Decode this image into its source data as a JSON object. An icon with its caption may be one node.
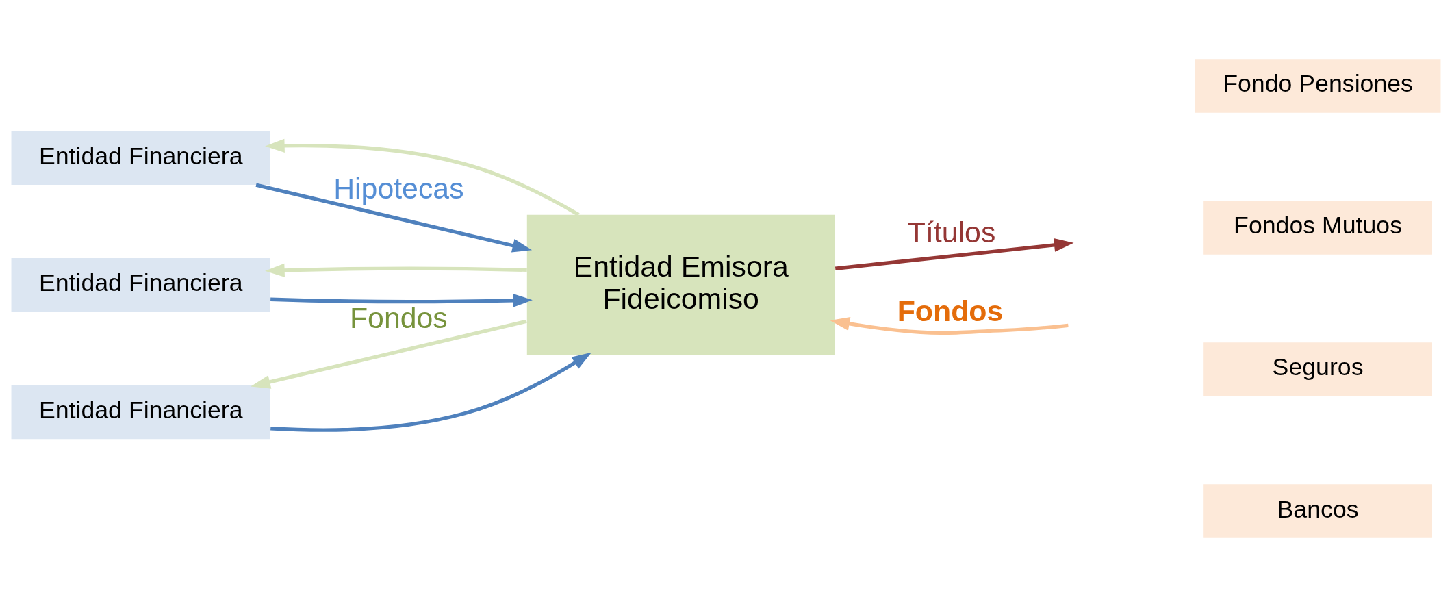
{
  "diagram": {
    "nodes": [
      {
        "text": [
          "Entidad Financiera"
        ]
      },
      {
        "text": [
          "Entidad Financiera"
        ]
      },
      {
        "text": [
          "Entidad Financiera"
        ]
      },
      {
        "text": [
          "Entidad Emisora",
          "Fideicomiso"
        ]
      },
      {
        "text": [
          "Fondo Pensiones"
        ]
      },
      {
        "text": [
          "Fondos Mutuos"
        ]
      },
      {
        "text": [
          "Seguros"
        ]
      },
      {
        "text": [
          "Bancos"
        ]
      }
    ],
    "edges": [
      {
        "from": 0,
        "to": 3,
        "arrow": "to",
        "label": "Hipotecas"
      },
      {
        "from": 3,
        "to": 0,
        "arrow": "to",
        "color": "#d7e4bc"
      },
      {
        "from": 1,
        "to": 3,
        "arrow": "to"
      },
      {
        "from": 3,
        "to": 1,
        "arrow": "to",
        "color": "#d7e4bc"
      },
      {
        "from": 2,
        "to": 3,
        "arrow": "to"
      },
      {
        "from": 3,
        "to": 2,
        "arrow": "to",
        "color": "#d7e4bc",
        "label": "Fondos"
      },
      {
        "from": 3,
        "to": null,
        "arrow": "to",
        "color": "#953735",
        "label": "Títulos"
      },
      {
        "from": null,
        "to": 3,
        "arrow": "to",
        "color": "#fac090",
        "label": "Fondos"
      }
    ]
  }
}
